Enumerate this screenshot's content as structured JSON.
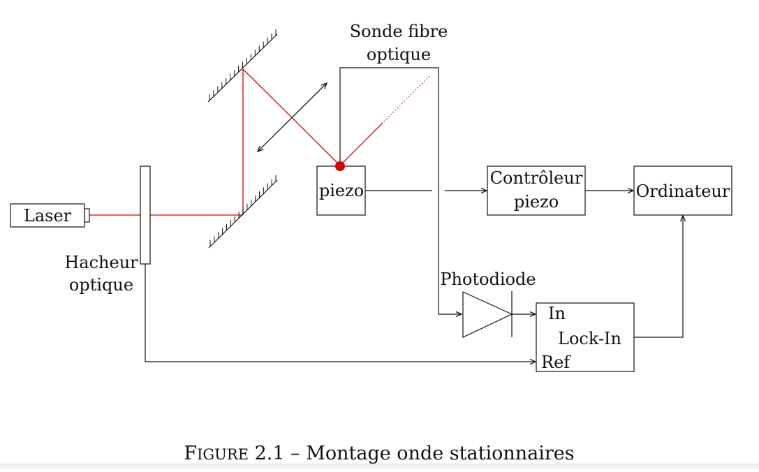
{
  "diagram": {
    "labels": {
      "laser": "Laser",
      "hacheur_line1": "Hacheur",
      "hacheur_line2": "optique",
      "sonde_line1": "Sonde fibre",
      "sonde_line2": "optique",
      "piezo": "piezo",
      "controleur_line1": "Contrôleur",
      "controleur_line2": "piezo",
      "ordinateur": "Ordinateur",
      "photodiode": "Photodiode",
      "lockin": "Lock-In",
      "lockin_in": "In",
      "lockin_ref": "Ref"
    },
    "colors": {
      "beam": "#d40000",
      "line": "#111111",
      "probe_dot": "#e00000"
    }
  },
  "caption": {
    "figure_first": "F",
    "figure_rest": "IGURE",
    "number": " 2.1",
    "text": " – Montage onde stationnaires"
  }
}
